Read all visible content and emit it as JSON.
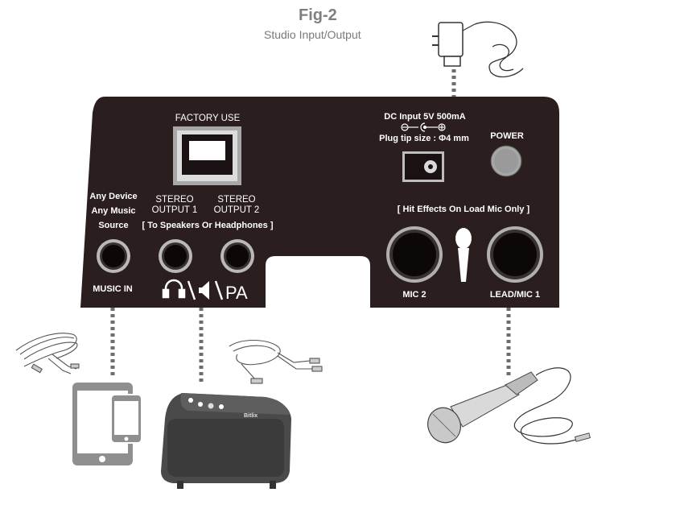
{
  "figure": {
    "title": "Fig-2",
    "subtitle": "Studio Input/Output"
  },
  "panel": {
    "factory_use": "FACTORY USE",
    "dc_input": "DC Input 5V 500mA",
    "plug_tip": "Plug tip size : Φ4 mm",
    "power": "POWER",
    "any_device": "Any Device",
    "any_music": "Any Music",
    "source": "Source",
    "music_in": "MUSIC IN",
    "stereo_1_line1": "STEREO",
    "stereo_1_line2": "OUTPUT 1",
    "stereo_2_line1": "STEREO",
    "stereo_2_line2": "OUTPUT 2",
    "to_speakers": "[ To Speakers Or Headphones ]",
    "pa": "PA",
    "hit_effects": "[ Hit Effects On Load Mic Only ]",
    "mic2": "MIC 2",
    "lead_mic1": "LEAD/MIC 1"
  },
  "speaker": {
    "brand": "Bitlix"
  },
  "colors": {
    "panel": "#2a1f1e",
    "title": "#7f7f7f",
    "line": "#6e6e6e",
    "device": "#909090"
  }
}
